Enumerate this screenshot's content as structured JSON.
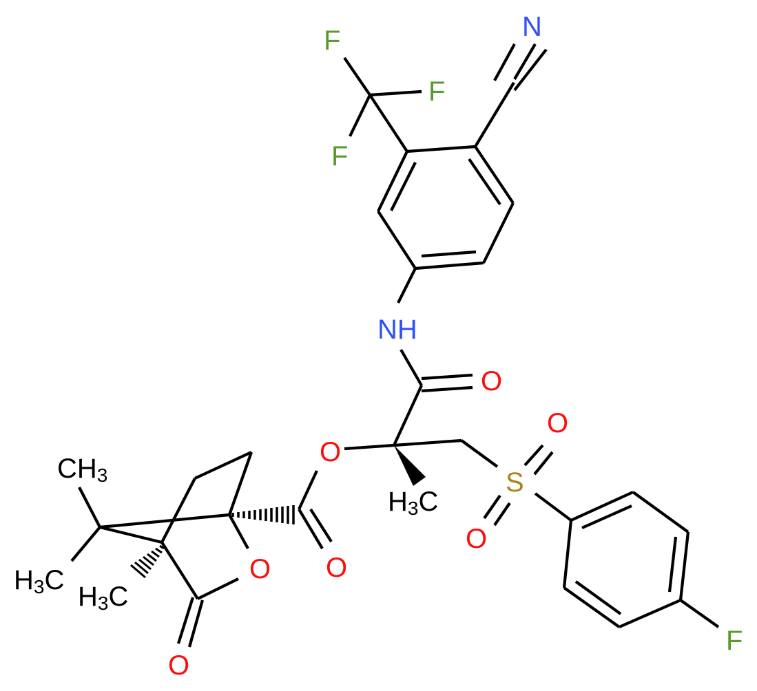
{
  "molecule": {
    "description": "Structural formula",
    "colors": {
      "carbon": "#000000",
      "nitrogen": "#3050F8",
      "oxygen": "#FF0D0D",
      "fluorine": "#5A9A2E",
      "sulfur": "#A8861C"
    },
    "atom_labels": {
      "nitrile_n": "N",
      "cf3_f1": "F",
      "cf3_f2": "F",
      "cf3_f3": "F",
      "amide_nh": "NH",
      "amide_o": "O",
      "ester_o_link": "O",
      "ester_o_carbonyl": "O",
      "sulfonyl_s": "S",
      "sulfonyl_o1": "O",
      "sulfonyl_o2": "O",
      "aryl_f": "F",
      "lactone_o_ring": "O",
      "lactone_o_carbonyl": "O",
      "methyl_wedge": {
        "h": "H",
        "sub": "3",
        "c": "C"
      },
      "gem_methyl_top": {
        "c": "CH",
        "sub": "3"
      },
      "gem_methyl_left": {
        "h": "H",
        "sub": "3",
        "c": "C"
      },
      "bridgehead_methyl": {
        "h": "H",
        "sub": "3",
        "c": "C"
      }
    }
  }
}
